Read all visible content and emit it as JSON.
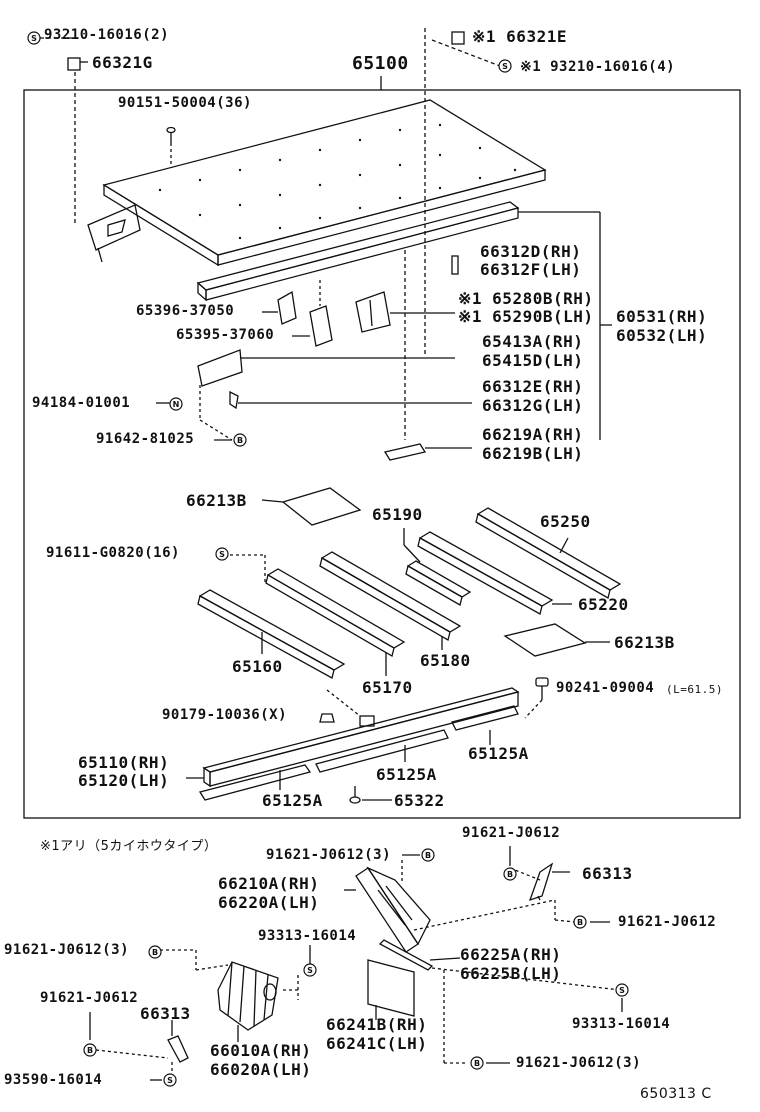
{
  "diagram_code": "650313 C",
  "note": "※1アリ（5カイホウタイプ）",
  "sym": {
    "s": "S",
    "b": "B",
    "n": "N"
  },
  "parts": {
    "p93210_2": "93210-16016(2)",
    "p66321G": "66321G",
    "p66321E": "※1 66321E",
    "p93210_4": "※1 93210-16016(4)",
    "p65100": "65100",
    "p90151": "90151-50004(36)",
    "p66312D": "66312D(RH)",
    "p66312F": "66312F(LH)",
    "p65280B": "※1 65280B(RH)",
    "p65290B": "※1 65290B(LH)",
    "p60531": "60531(RH)",
    "p60532": "60532(LH)",
    "p65396": "65396-37050",
    "p65395": "65395-37060",
    "p65413A": "65413A(RH)",
    "p65415D": "65415D(LH)",
    "p94184": "94184-01001",
    "p66312E": "66312E(RH)",
    "p66312G": "66312G(LH)",
    "p91642": "91642-81025",
    "p66219A": "66219A(RH)",
    "p66219B": "66219B(LH)",
    "p66213B_a": "66213B",
    "p65190": "65190",
    "p65250": "65250",
    "p91611": "91611-G0820(16)",
    "p65220": "65220",
    "p66213B_b": "66213B",
    "p65160": "65160",
    "p65180": "65180",
    "p65170": "65170",
    "p90241": "90241-09004",
    "p90241_note": "(L=61.5)",
    "p90179": "90179-10036(X)",
    "p65110": "65110(RH)",
    "p65120": "65120(LH)",
    "p65125A_a": "65125A",
    "p65125A_b": "65125A",
    "p65125A_c": "65125A",
    "p65322": "65322",
    "p91621_r1": "91621-J0612",
    "p91621_3a": "91621-J0612(3)",
    "p66313_r": "66313",
    "p66210A": "66210A(RH)",
    "p66220A": "66220A(LH)",
    "p91621_r2": "91621-J0612",
    "p93313_a": "93313-16014",
    "p91621_3b": "91621-J0612(3)",
    "p66225A": "66225A(RH)",
    "p66225B": "66225B(LH)",
    "p91621_l": "91621-J0612",
    "p66313_l": "66313",
    "p66241B": "66241B(RH)",
    "p66241C": "66241C(LH)",
    "p93313_b": "93313-16014",
    "p66010A": "66010A(RH)",
    "p66020A": "66020A(LH)",
    "p93590": "93590-16014",
    "p91621_3c": "91621-J0612(3)"
  }
}
